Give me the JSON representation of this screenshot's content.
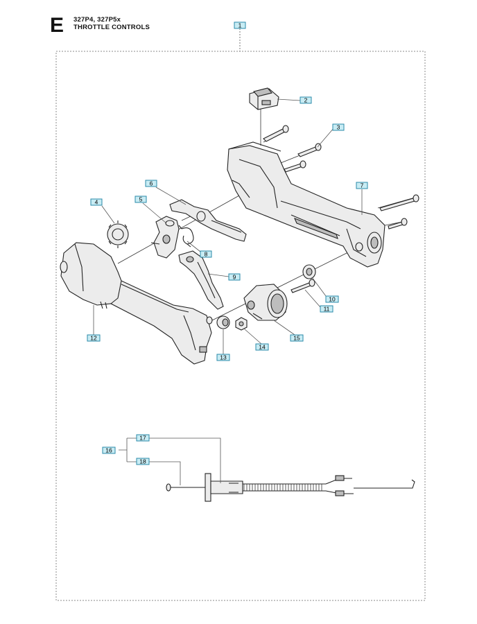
{
  "header": {
    "section_letter": "E",
    "models": "327P4, 327P5x",
    "title": "THROTTLE CONTROLS"
  },
  "callouts": [
    "1",
    "2",
    "3",
    "4",
    "5",
    "6",
    "7",
    "8",
    "9",
    "10",
    "11",
    "12",
    "13",
    "14",
    "15",
    "16",
    "17",
    "18"
  ],
  "colors": {
    "callout_fill": "#c8ecf4",
    "callout_border": "#2a8aa8",
    "frame_border": "#888888"
  }
}
